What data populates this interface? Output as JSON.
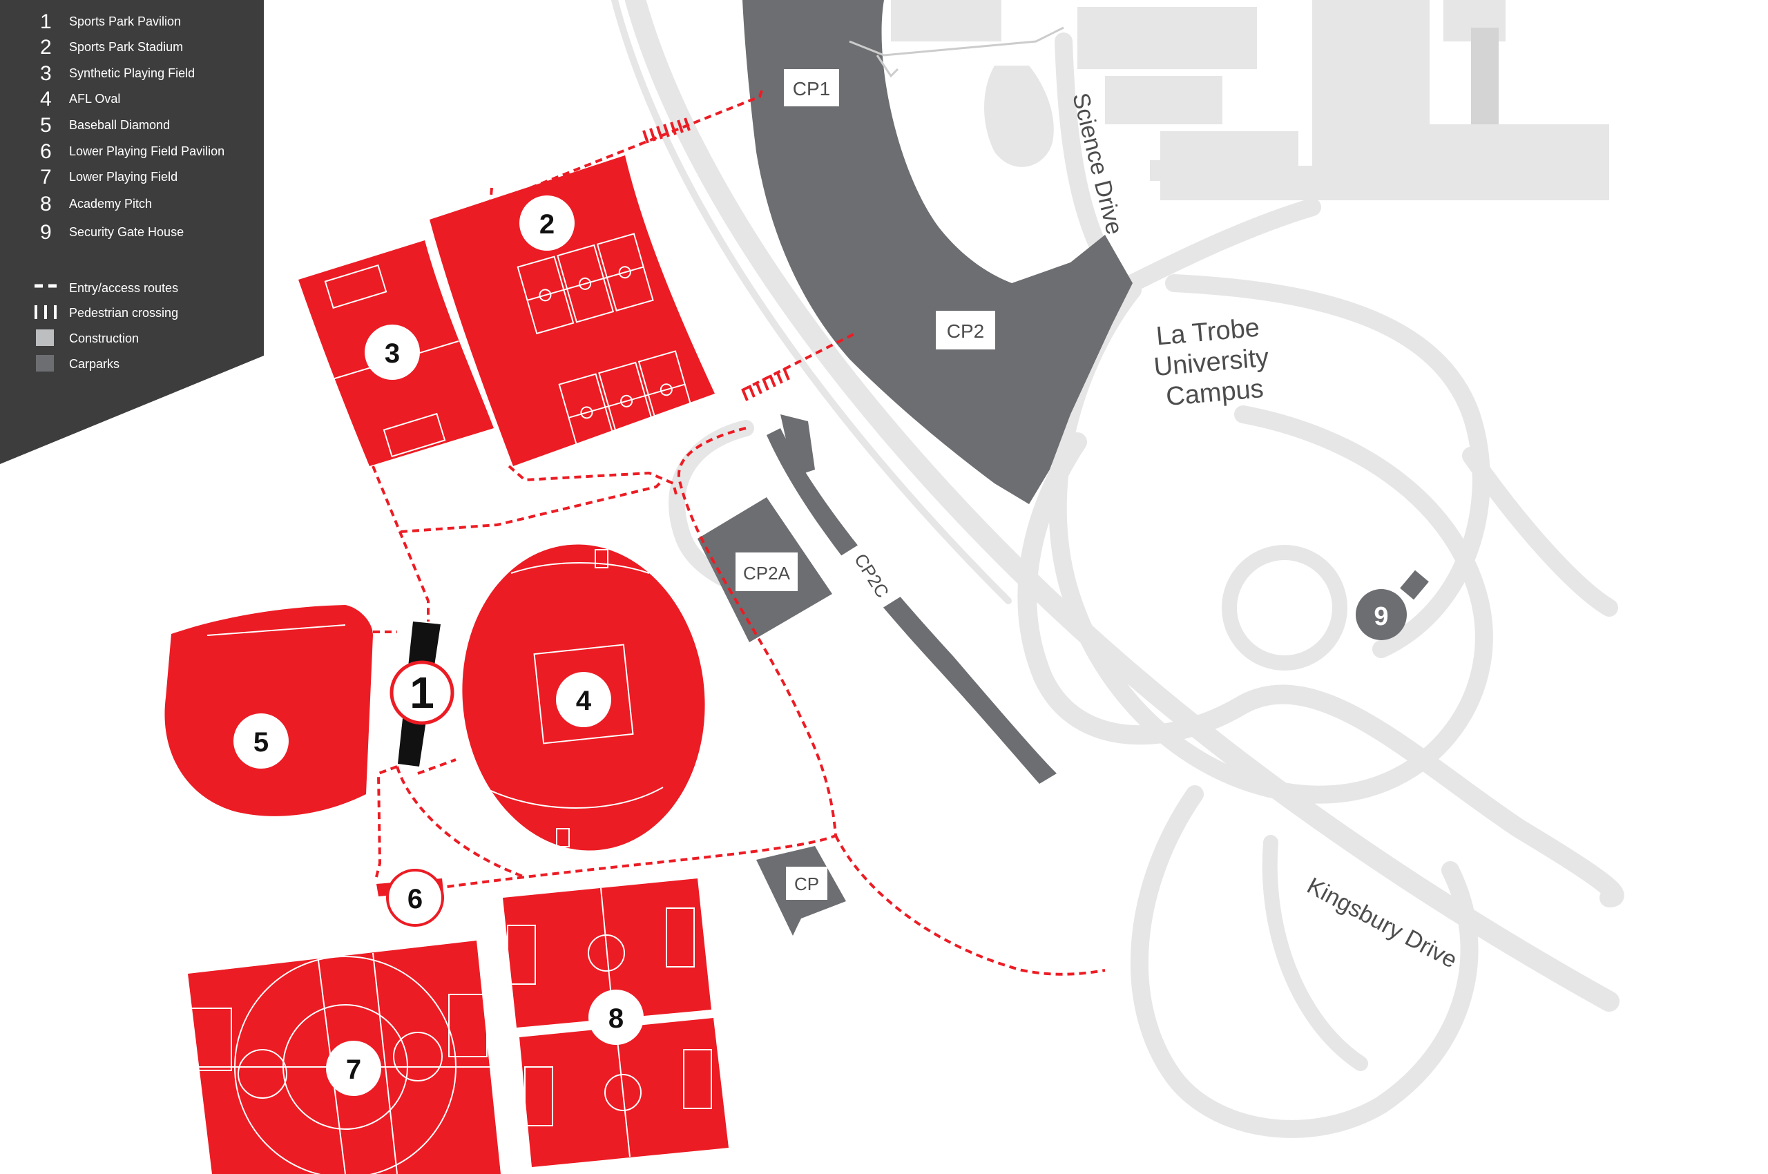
{
  "legend": {
    "items": [
      {
        "num": "1",
        "label": "Sports Park Pavilion"
      },
      {
        "num": "2",
        "label": "Sports Park Stadium"
      },
      {
        "num": "3",
        "label": "Synthetic Playing Field"
      },
      {
        "num": "4",
        "label": "AFL Oval"
      },
      {
        "num": "5",
        "label": "Baseball Diamond"
      },
      {
        "num": "6",
        "label": "Lower Playing Field Pavilion"
      },
      {
        "num": "7",
        "label": "Lower Playing Field"
      },
      {
        "num": "8",
        "label": "Academy Pitch"
      },
      {
        "num": "9",
        "label": "Security Gate House"
      }
    ],
    "keys": [
      {
        "label": "Entry/access routes"
      },
      {
        "label": "Pedestrian crossing"
      },
      {
        "label": "Construction"
      },
      {
        "label": "Carparks"
      }
    ]
  },
  "carparks": {
    "cp1": "CP1",
    "cp2": "CP2",
    "cp2a": "CP2A",
    "cp2c": "CP2C",
    "cp": "CP"
  },
  "streets": {
    "science_drive": "Science Drive",
    "kingsbury_drive": "Kingsbury Drive"
  },
  "campus": {
    "line1": "La Trobe",
    "line2": "University",
    "line3": "Campus"
  },
  "markers": {
    "m1": "1",
    "m2": "2",
    "m3": "3",
    "m4": "4",
    "m5": "5",
    "m6": "6",
    "m7": "7",
    "m8": "8",
    "m9": "9"
  },
  "colors": {
    "red": "#ec1c24",
    "dark_gray": "#6d6e71",
    "light_gray": "#e6e6e6",
    "legend_bg": "#3d3d3d"
  }
}
